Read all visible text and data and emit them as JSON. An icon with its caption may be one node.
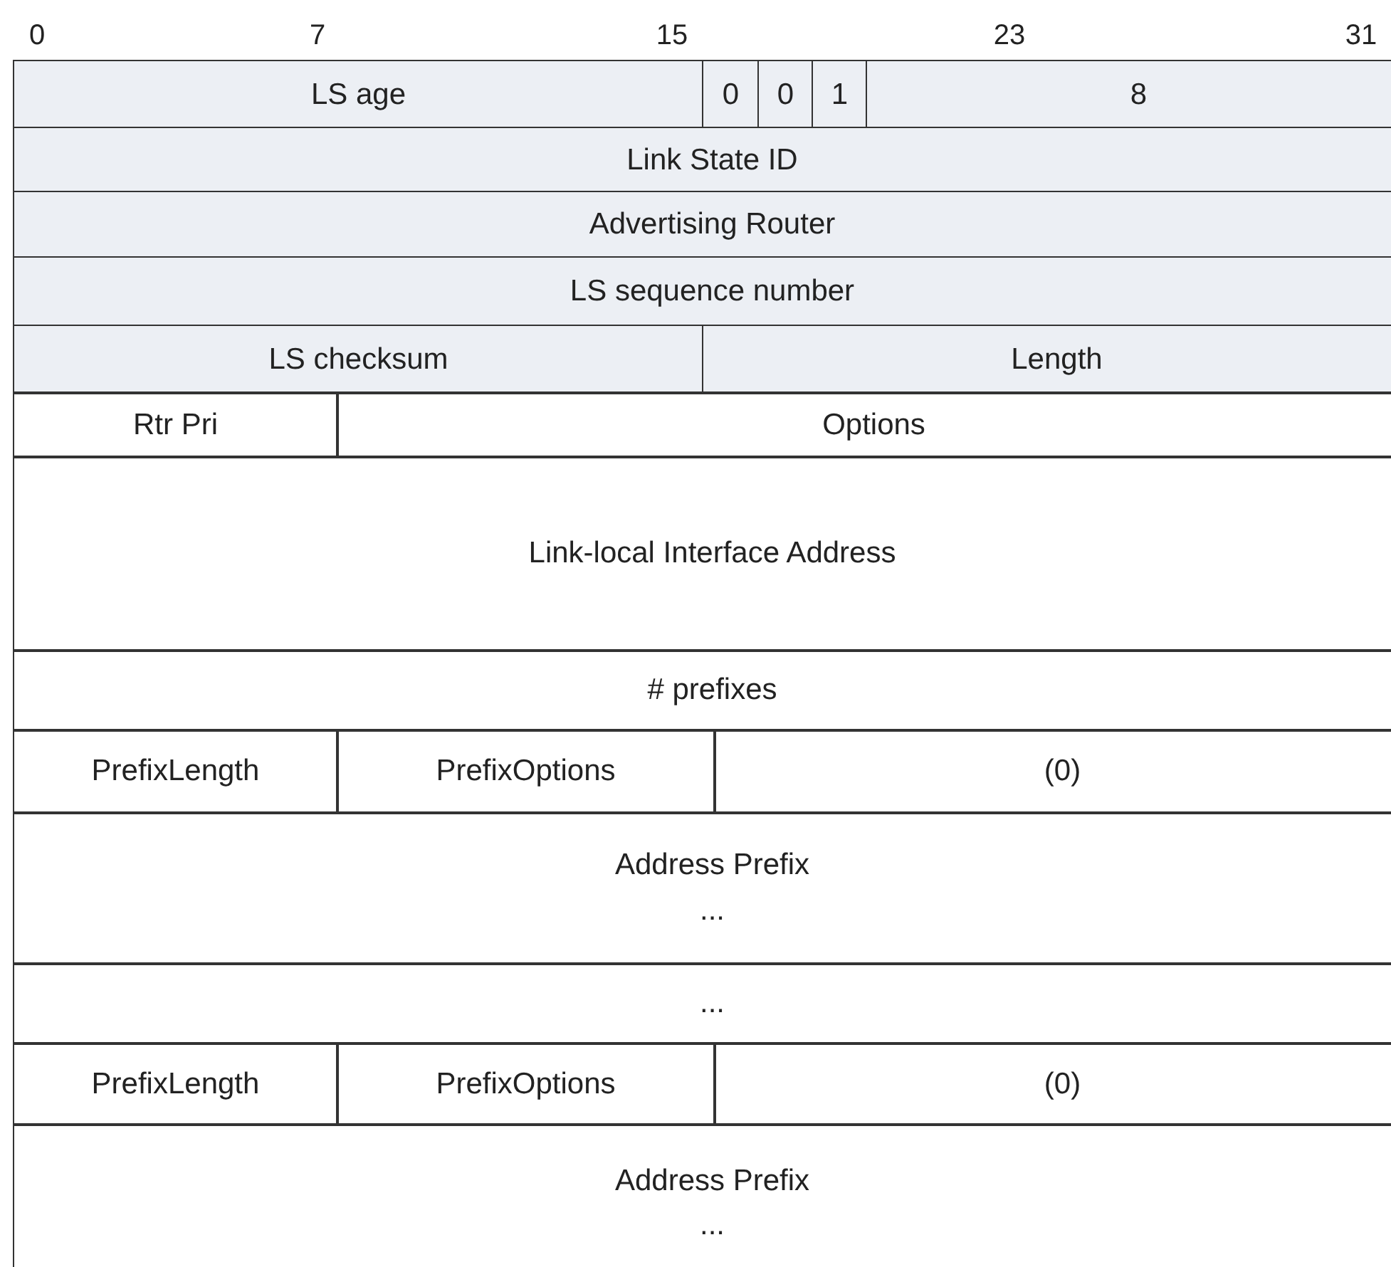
{
  "diagram": {
    "nodes": [
      {
        "text": [
          "LS age"
        ]
      },
      {
        "text": [
          "0"
        ]
      },
      {
        "text": [
          "0"
        ]
      },
      {
        "text": [
          "1"
        ]
      },
      {
        "text": [
          "8"
        ]
      },
      {
        "text": [
          "Link State ID"
        ]
      },
      {
        "text": [
          "Advertising Router"
        ]
      },
      {
        "text": [
          "LS sequence number"
        ]
      },
      {
        "text": [
          "LS checksum"
        ]
      },
      {
        "text": [
          "Length"
        ]
      },
      {
        "text": [
          "Rtr Pri"
        ]
      },
      {
        "text": [
          "Options"
        ]
      },
      {
        "text": [
          "Link-local Interface Address"
        ]
      },
      {
        "text": [
          "# prefixes"
        ]
      },
      {
        "text": [
          "PrefixLength"
        ]
      },
      {
        "text": [
          "PrefixOptions"
        ]
      },
      {
        "text": [
          "(0)"
        ]
      },
      {
        "text": [
          "Address Prefix",
          "..."
        ]
      },
      {
        "text": [
          "..."
        ]
      },
      {
        "text": [
          "PrefixLength"
        ]
      },
      {
        "text": [
          "PrefixOptions"
        ]
      },
      {
        "text": [
          "(0)"
        ]
      },
      {
        "text": [
          "Address Prefix",
          "..."
        ]
      }
    ],
    "labels": [
      "0",
      "7",
      "15",
      "23",
      "31"
    ]
  }
}
